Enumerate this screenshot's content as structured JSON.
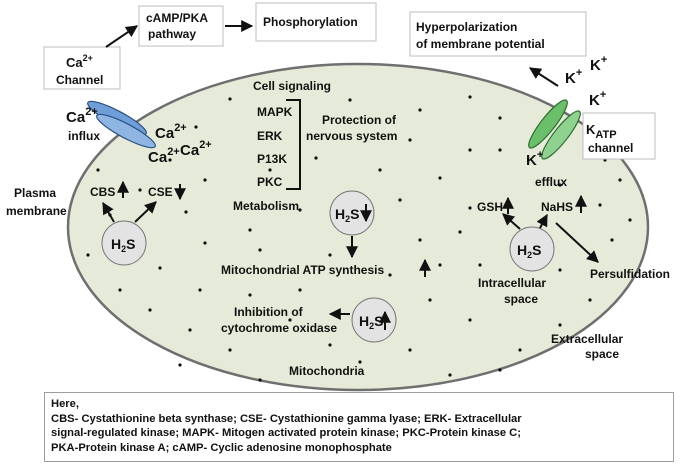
{
  "colors": {
    "cell_fill": "#e6ebd9",
    "cell_stroke": "#6f6f6f",
    "blue_channel": "#6f9fd8",
    "green_channel": "#6abf6a",
    "h2s_circle": "#e3e3e3"
  },
  "labels": {
    "ca_channel_line1": "Ca",
    "ca_channel_sup": "2+",
    "ca_channel_line2": "Channel",
    "camp_line1": "cAMP/PKA",
    "camp_line2": "pathway",
    "phosphorylation": "Phosphorylation",
    "hyperpol_line1": "Hyperpolarization",
    "hyperpol_line2": "of membrane potential",
    "k_ion": "K",
    "k_sup": "+",
    "katp_main": "K",
    "katp_sub": "ATP",
    "katp_line2": "channel",
    "efflux": "efflux",
    "ca_ion": "Ca",
    "ca_sup": "2+",
    "influx": "influx",
    "plasma_line1": "Plasma",
    "plasma_line2": "membrane",
    "cell_signaling": "Cell signaling",
    "mapk": "MAPK",
    "erk": "ERK",
    "p13k": "P13K",
    "pkc": "PKC",
    "metabolism": "Metabolism",
    "protection_line1": "Protection of",
    "protection_line2": "nervous system",
    "cbs": "CBS",
    "cse": "CSE",
    "h2s_h": "H",
    "h2s_2": "2",
    "h2s_s": "S",
    "mito_atp": "Mitochondrial ATP synthesis",
    "inhibition_line1": "Inhibition of",
    "inhibition_line2": "cytochrome oxidase",
    "mitochondria": "Mitochondria",
    "gsh": "GSH",
    "nahs": "NaHS",
    "intracellular_line1": "Intracellular",
    "intracellular_line2": "space",
    "persulfidation": "Persulfidation",
    "extracellular_line1": "Extracellular",
    "extracellular_line2": "space"
  },
  "legend": {
    "line1": "Here,",
    "line2": "CBS- Cystathionine beta synthase; CSE- Cystathionine gamma lyase; ERK- Extracellular",
    "line3": "signal-regulated kinase; MAPK- Mitogen activated protein kinase; PKC-Protein kinase C;",
    "line4": "PKA-Protein kinase A; cAMP- Cyclic adenosine monophosphate"
  }
}
